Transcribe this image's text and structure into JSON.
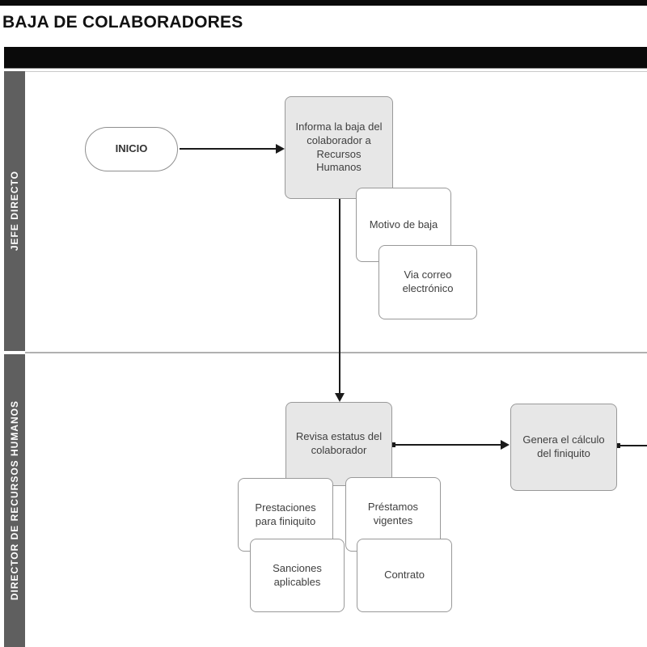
{
  "title": "BAJA DE COLABORADORES",
  "lanes": [
    {
      "label": "JEFE DIRECTO"
    },
    {
      "label": "DIRECTOR DE RECURSOS HUMANOS"
    }
  ],
  "nodes": {
    "start": "INICIO",
    "informa": "Informa la baja del colaborador a Recursos Humanos",
    "motivo": "Motivo de baja",
    "correo": "Via correo electrónico",
    "revisa": "Revisa estatus del colaborador",
    "prestaciones": "Prestaciones para finiquito",
    "prestamos": "Préstamos vigentes",
    "sanciones": "Sanciones aplicables",
    "contrato": "Contrato",
    "genera": "Genera el cálculo del finiquito"
  },
  "colors": {
    "lane_bar": "#5f5f5f",
    "header_bar": "#0a0a0a",
    "task_fill": "#e7e7e7",
    "shape_border": "#999999",
    "lane_divider": "#b0b0b0",
    "connector": "#1a1a1a",
    "text": "#3f3f3f"
  }
}
